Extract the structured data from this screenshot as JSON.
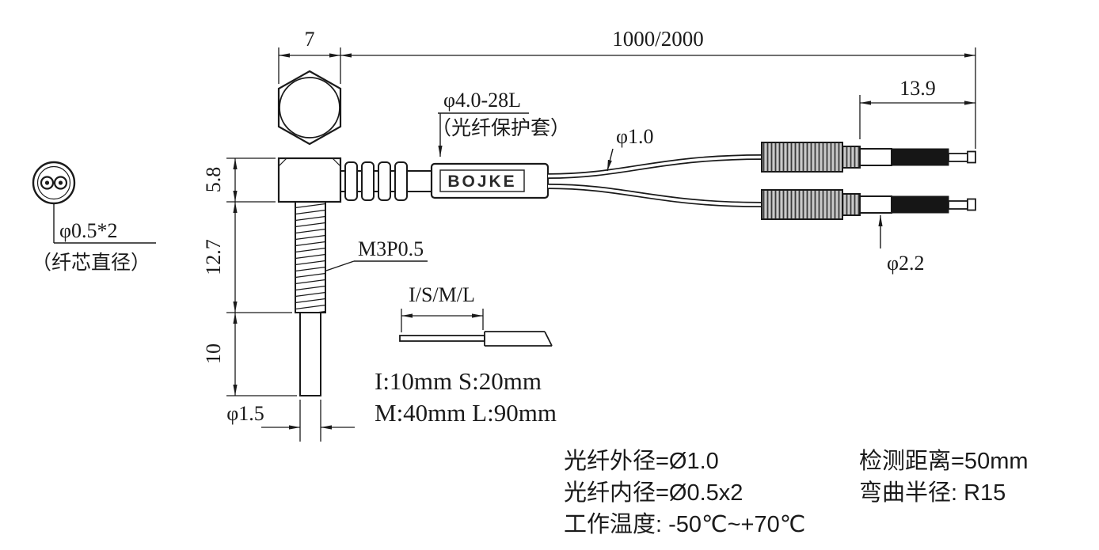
{
  "page": {
    "background": "#ffffff",
    "line_color": "#1a1a1a"
  },
  "brand": {
    "logo": "BOJKE"
  },
  "dimensions": {
    "hex_width": "7",
    "cable_length": "1000/2000",
    "connector_tip_length": "13.9",
    "head_height": "5.8",
    "thread_length": "12.7",
    "tip_length": "10",
    "tip_diameter": "φ1.5",
    "fiber_diameter": "φ1.0",
    "connector_diameter": "φ2.2",
    "thread_spec": "M3P0.5",
    "sleeve_spec": "φ4.0-28L",
    "sleeve_note": "（光纤保护套）",
    "core_diameter": "φ0.5*2",
    "core_note": "（纤芯直径）",
    "tip_options": "I/S/M/L"
  },
  "length_options": {
    "line1": "I:10mm S:20mm",
    "line2": "M:40mm L:90mm"
  },
  "specs": {
    "fiber_outer_diameter": "光纤外径=Ø1.0",
    "fiber_inner_diameter": "光纤内径=Ø0.5x2",
    "operating_temperature": "工作温度: -50℃~+70℃",
    "detection_distance": "检测距离=50mm",
    "bend_radius": "弯曲半径: R15"
  }
}
